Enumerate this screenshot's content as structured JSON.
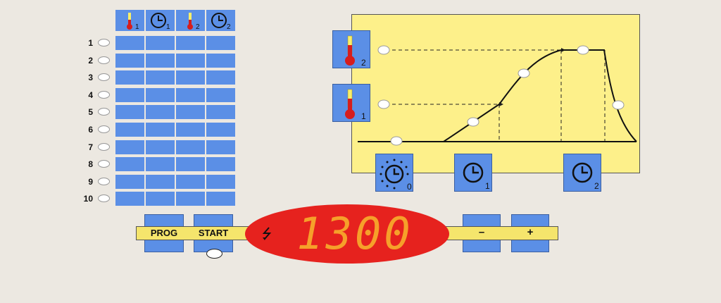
{
  "program_table": {
    "headers": [
      {
        "icon": "thermometer-icon",
        "sub": "1"
      },
      {
        "icon": "clock-icon",
        "sub": "1"
      },
      {
        "icon": "thermometer-icon",
        "sub": "2"
      },
      {
        "icon": "clock-icon",
        "sub": "2"
      }
    ],
    "rows": [
      "1",
      "2",
      "3",
      "4",
      "5",
      "6",
      "7",
      "8",
      "9",
      "10"
    ]
  },
  "curve_panel": {
    "temp_buttons": [
      {
        "icon": "thermometer-icon",
        "sub": "2"
      },
      {
        "icon": "thermometer-icon",
        "sub": "1"
      }
    ],
    "timer_buttons": [
      {
        "icon": "delay-clock-icon",
        "sub": "0"
      },
      {
        "icon": "clock-icon",
        "sub": "1"
      },
      {
        "icon": "clock-icon",
        "sub": "2"
      }
    ]
  },
  "controls": {
    "prog_label": "PROG",
    "start_label": "START",
    "display_value": "1300",
    "minus_label": "–",
    "plus_label": "+"
  },
  "colors": {
    "panel_yellow": "#fdf08a",
    "button_blue": "#5b8fe6",
    "display_red": "#e6221e",
    "digit_orange": "#f6a02a",
    "thermo_red": "#d61d1d"
  }
}
